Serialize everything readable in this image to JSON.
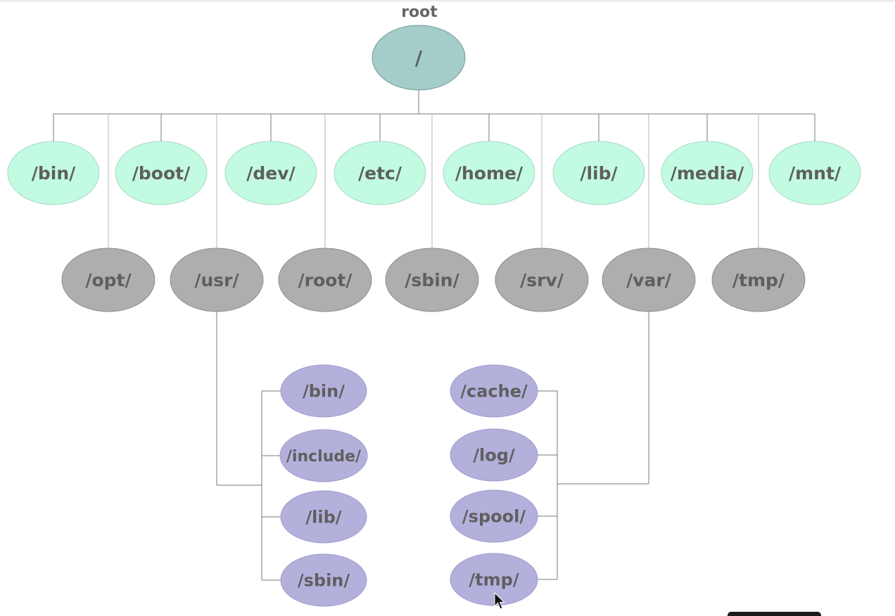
{
  "root": {
    "title": "root",
    "label": "/"
  },
  "level1": [
    "/bin/",
    "/boot/",
    "/dev/",
    "/etc/",
    "/home/",
    "/lib/",
    "/media/",
    "/mnt/"
  ],
  "level2": [
    "/opt/",
    "/usr/",
    "/root/",
    "/sbin/",
    "/srv/",
    "/var/",
    "/tmp/"
  ],
  "usr_children": [
    "/bin/",
    "/include/",
    "/lib/",
    "/sbin/"
  ],
  "var_children": [
    "/cache/",
    "/log/",
    "/spool/",
    "/tmp/"
  ],
  "colors": {
    "root_fill": "#a4ccc8",
    "level1_fill": "#c2fae2",
    "level2_fill": "#aeaeae",
    "child_fill": "#b4b0dc",
    "text": "#5f5f5f"
  }
}
